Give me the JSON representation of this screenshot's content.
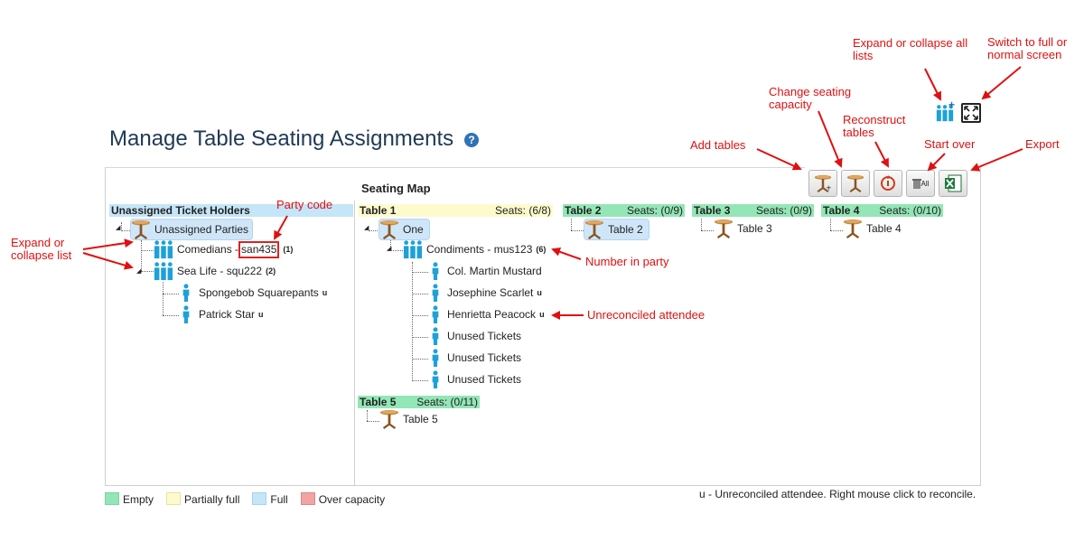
{
  "page": {
    "title": "Manage Table Seating Assignments",
    "help_glyph": "?",
    "seating_map_label": "Seating Map"
  },
  "toolbar": {
    "clear_all_label": "All"
  },
  "unassigned": {
    "header": "Unassigned Ticket Holders",
    "root_label": "Unassigned Parties",
    "parties": [
      {
        "name": "Comedians - ",
        "code": "san435",
        "count": "(1)"
      },
      {
        "name": "Sea Life - squ222",
        "count": "(2)"
      }
    ],
    "attendees": [
      {
        "name": "Spongebob Squarepants",
        "flag": "u"
      },
      {
        "name": "Patrick Star",
        "flag": "u"
      }
    ]
  },
  "tables": [
    {
      "header": "Table 1",
      "seats": "Seats: (6/8)",
      "label": "One",
      "status": "partial"
    },
    {
      "header": "Table 2",
      "seats": "Seats: (0/9)",
      "label": "Table 2",
      "status": "empty"
    },
    {
      "header": "Table 3",
      "seats": "Seats: (0/9)",
      "label": "Table 3",
      "status": "empty"
    },
    {
      "header": "Table 4",
      "seats": "Seats: (0/10)",
      "label": "Table 4",
      "status": "empty"
    },
    {
      "header": "Table 5",
      "seats": "Seats: (0/11)",
      "label": "Table 5",
      "status": "empty"
    }
  ],
  "table1_party": {
    "name": "Condiments - mus123",
    "count": "(6)"
  },
  "table1_attendees": [
    {
      "name": "Col. Martin Mustard",
      "flag": ""
    },
    {
      "name": "Josephine Scarlet",
      "flag": "u"
    },
    {
      "name": "Henrietta Peacock",
      "flag": "u"
    },
    {
      "name": "Unused Tickets",
      "flag": ""
    },
    {
      "name": "Unused Tickets",
      "flag": ""
    },
    {
      "name": "Unused Tickets",
      "flag": ""
    }
  ],
  "legend": [
    {
      "label": "Empty",
      "color": "#93e6b5"
    },
    {
      "label": "Partially full",
      "color": "#fdfbcc"
    },
    {
      "label": "Full",
      "color": "#c5e5f8"
    },
    {
      "label": "Over capacity",
      "color": "#f2a3a3"
    }
  ],
  "footnote": "u - Unreconciled attendee. Right mouse click to reconcile.",
  "annotations": {
    "expand_all": "Expand or collapse all lists",
    "fullscreen": "Switch to full or normal screen",
    "capacity": "Change seating capacity",
    "reconstruct": "Reconstruct tables",
    "add_tables": "Add tables",
    "start_over": "Start over",
    "export": "Export",
    "party_code": "Party code",
    "expand_list": "Expand or collapse list",
    "number_in_party": "Number in party",
    "unreconciled": "Unreconciled attendee"
  },
  "colors": {
    "empty": "#93e6b5",
    "partial": "#fdfbcc",
    "full": "#c5e5f8",
    "annotation": "#e01010",
    "title": "#203a55",
    "person": "#1ea1d8",
    "table": "#b06a25"
  }
}
